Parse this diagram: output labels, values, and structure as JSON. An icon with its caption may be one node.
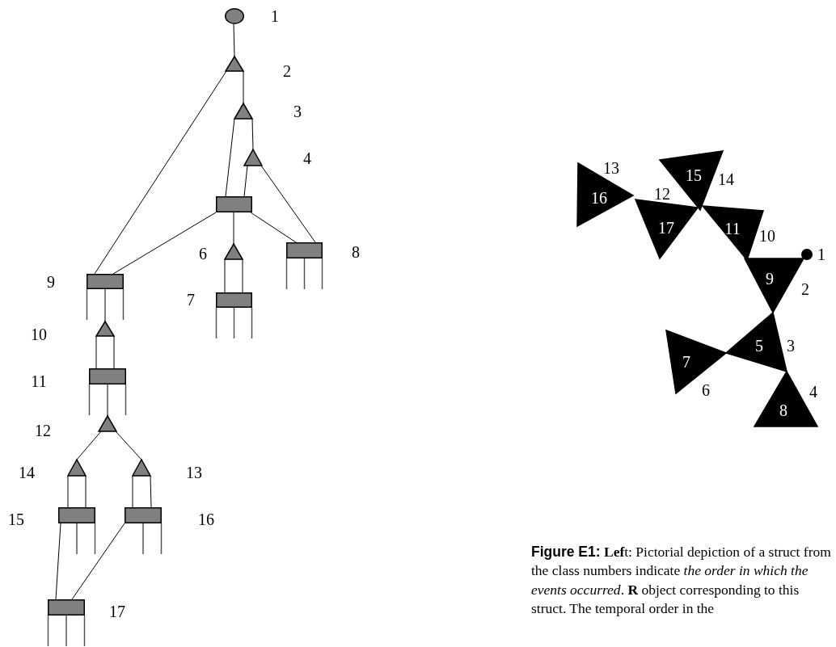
{
  "diagram": {
    "caption": "**Figure E1:** **Lef**t: Pictorial depiction of a struct from the class numbers indicate *the order in which the events occurred*.  **R** object corresponding to this struct. The temporal order in the",
    "nodes": [
      {
        "text": [],
        "shape": "ellipse",
        "beside": [
          "1"
        ]
      },
      {
        "text": [],
        "shape": "triangle",
        "beside": [
          "2"
        ]
      },
      {
        "text": [],
        "shape": "triangle",
        "beside": [
          "3"
        ]
      },
      {
        "text": [],
        "shape": "triangle",
        "beside": [
          "4"
        ]
      },
      {
        "text": [],
        "shape": "box"
      },
      {
        "text": [],
        "shape": "triangle",
        "beside": [
          "6"
        ]
      },
      {
        "text": [],
        "shape": "box",
        "beside": [
          "8"
        ]
      },
      {
        "text": [],
        "shape": "box",
        "beside": [
          "9"
        ]
      },
      {
        "text": [],
        "shape": "box",
        "beside": [
          "7"
        ]
      },
      {
        "text": [],
        "shape": "triangle",
        "beside": [
          "10"
        ]
      },
      {
        "text": [],
        "shape": "box",
        "beside": [
          "11"
        ]
      },
      {
        "text": [],
        "shape": "triangle",
        "beside": [
          "12"
        ]
      },
      {
        "text": [],
        "shape": "triangle",
        "beside": [
          "14"
        ]
      },
      {
        "text": [],
        "shape": "triangle",
        "beside": [
          "13"
        ]
      },
      {
        "text": [],
        "shape": "box",
        "beside": [
          "15"
        ]
      },
      {
        "text": [],
        "shape": "box",
        "beside": [
          "16"
        ]
      },
      {
        "text": [],
        "shape": "box",
        "beside": [
          "17"
        ]
      },
      {
        "text": [
          "16"
        ]
      },
      {
        "text": [
          "15"
        ]
      },
      {
        "text": [
          "17"
        ]
      },
      {
        "text": [
          "11"
        ]
      },
      {
        "text": [],
        "shape": "circle",
        "beside": [
          "1"
        ]
      },
      {
        "text": [
          "9"
        ]
      },
      {
        "text": [
          "5"
        ]
      },
      {
        "text": [
          "7"
        ]
      },
      {
        "text": [
          "8"
        ]
      }
    ],
    "edges": [
      {
        "from": 0,
        "to": 1,
        "arrow": "none"
      },
      {
        "from": 1,
        "to": 7,
        "arrow": "none"
      },
      {
        "from": 1,
        "to": 2,
        "arrow": "none"
      },
      {
        "from": 2,
        "to": 4,
        "arrow": "none"
      },
      {
        "from": 2,
        "to": 3,
        "arrow": "none"
      },
      {
        "from": 3,
        "to": 4,
        "arrow": "none"
      },
      {
        "from": 3,
        "to": 6,
        "arrow": "none"
      },
      {
        "from": 4,
        "to": 7,
        "arrow": "none"
      },
      {
        "from": 4,
        "to": 5,
        "arrow": "none"
      },
      {
        "from": 4,
        "to": 6,
        "arrow": "none"
      },
      {
        "from": 5,
        "to": 8,
        "arrow": "none"
      },
      {
        "from": 5,
        "to": 8,
        "arrow": "none"
      },
      {
        "from": 7,
        "to": 9,
        "arrow": "none"
      },
      {
        "from": 9,
        "to": 10,
        "arrow": "none"
      },
      {
        "from": 9,
        "to": 10,
        "arrow": "none"
      },
      {
        "from": 10,
        "to": 11,
        "arrow": "none"
      },
      {
        "from": 11,
        "to": 12,
        "arrow": "none"
      },
      {
        "from": 11,
        "to": 13,
        "arrow": "none"
      },
      {
        "from": 12,
        "to": 14,
        "arrow": "none"
      },
      {
        "from": 12,
        "to": 14,
        "arrow": "none"
      },
      {
        "from": 13,
        "to": 15,
        "arrow": "none"
      },
      {
        "from": 13,
        "to": 15,
        "arrow": "none"
      },
      {
        "from": 14,
        "to": 16,
        "arrow": "none"
      },
      {
        "from": 15,
        "to": 16,
        "arrow": "none"
      }
    ],
    "labels": [
      "13",
      "14",
      "12",
      "10",
      "2",
      "3",
      "6",
      "4"
    ]
  }
}
